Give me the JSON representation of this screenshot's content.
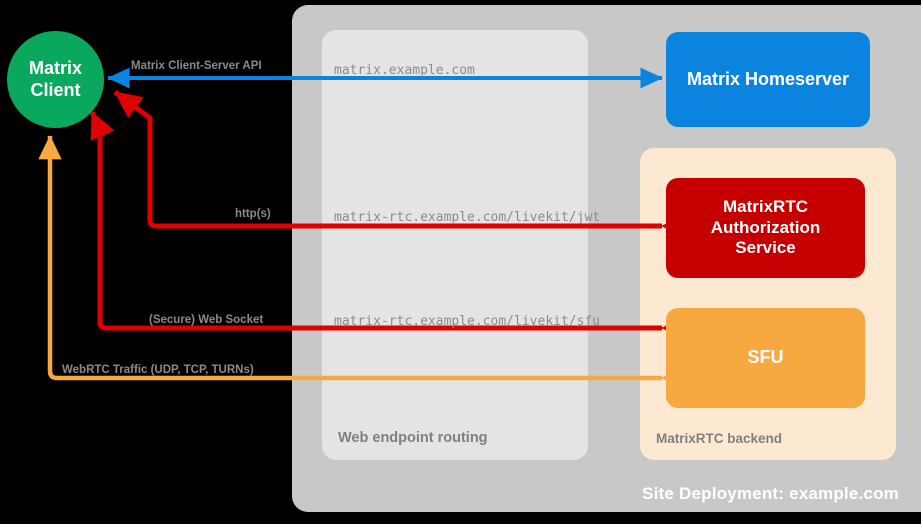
{
  "diagram": {
    "title": "MatrixRTC site deployment topology",
    "site_deployment": {
      "label": "Site Deployment: example.com",
      "color": "#c8c8c8"
    },
    "web_routing": {
      "label": "Web endpoint routing",
      "color": "#e4e4e4"
    },
    "rtc_backend": {
      "label": "MatrixRTC backend",
      "color": "#fde8d2"
    },
    "nodes": {
      "client": {
        "line1": "Matrix",
        "line2": "Client",
        "color": "#0aa85c"
      },
      "homeserver": {
        "label": "Matrix Homeserver",
        "color": "#0b84e0"
      },
      "auth_service": {
        "line1": "MatrixRTC",
        "line2": "Authorization",
        "line3": "Service",
        "color": "#c60000"
      },
      "sfu": {
        "label": "SFU",
        "color": "#f7a83e"
      }
    },
    "connections": [
      {
        "id": "cs-api",
        "label": "Matrix Client-Server API",
        "url": "matrix.example.com",
        "color": "#0b84e0",
        "direction": "bidirectional"
      },
      {
        "id": "jwt",
        "label": "http(s)",
        "url": "matrix-rtc.example.com/livekit/jwt",
        "color": "#e00000",
        "direction": "bidirectional"
      },
      {
        "id": "sfu-ws",
        "label": "(Secure) Web Socket",
        "url": "matrix-rtc.example.com/livekit/sfu",
        "color": "#e00000",
        "direction": "bidirectional"
      },
      {
        "id": "webrtc",
        "label": "WebRTC Traffic (UDP, TCP, TURNs)",
        "url": "",
        "color": "#f7a83e",
        "direction": "bidirectional"
      }
    ]
  }
}
